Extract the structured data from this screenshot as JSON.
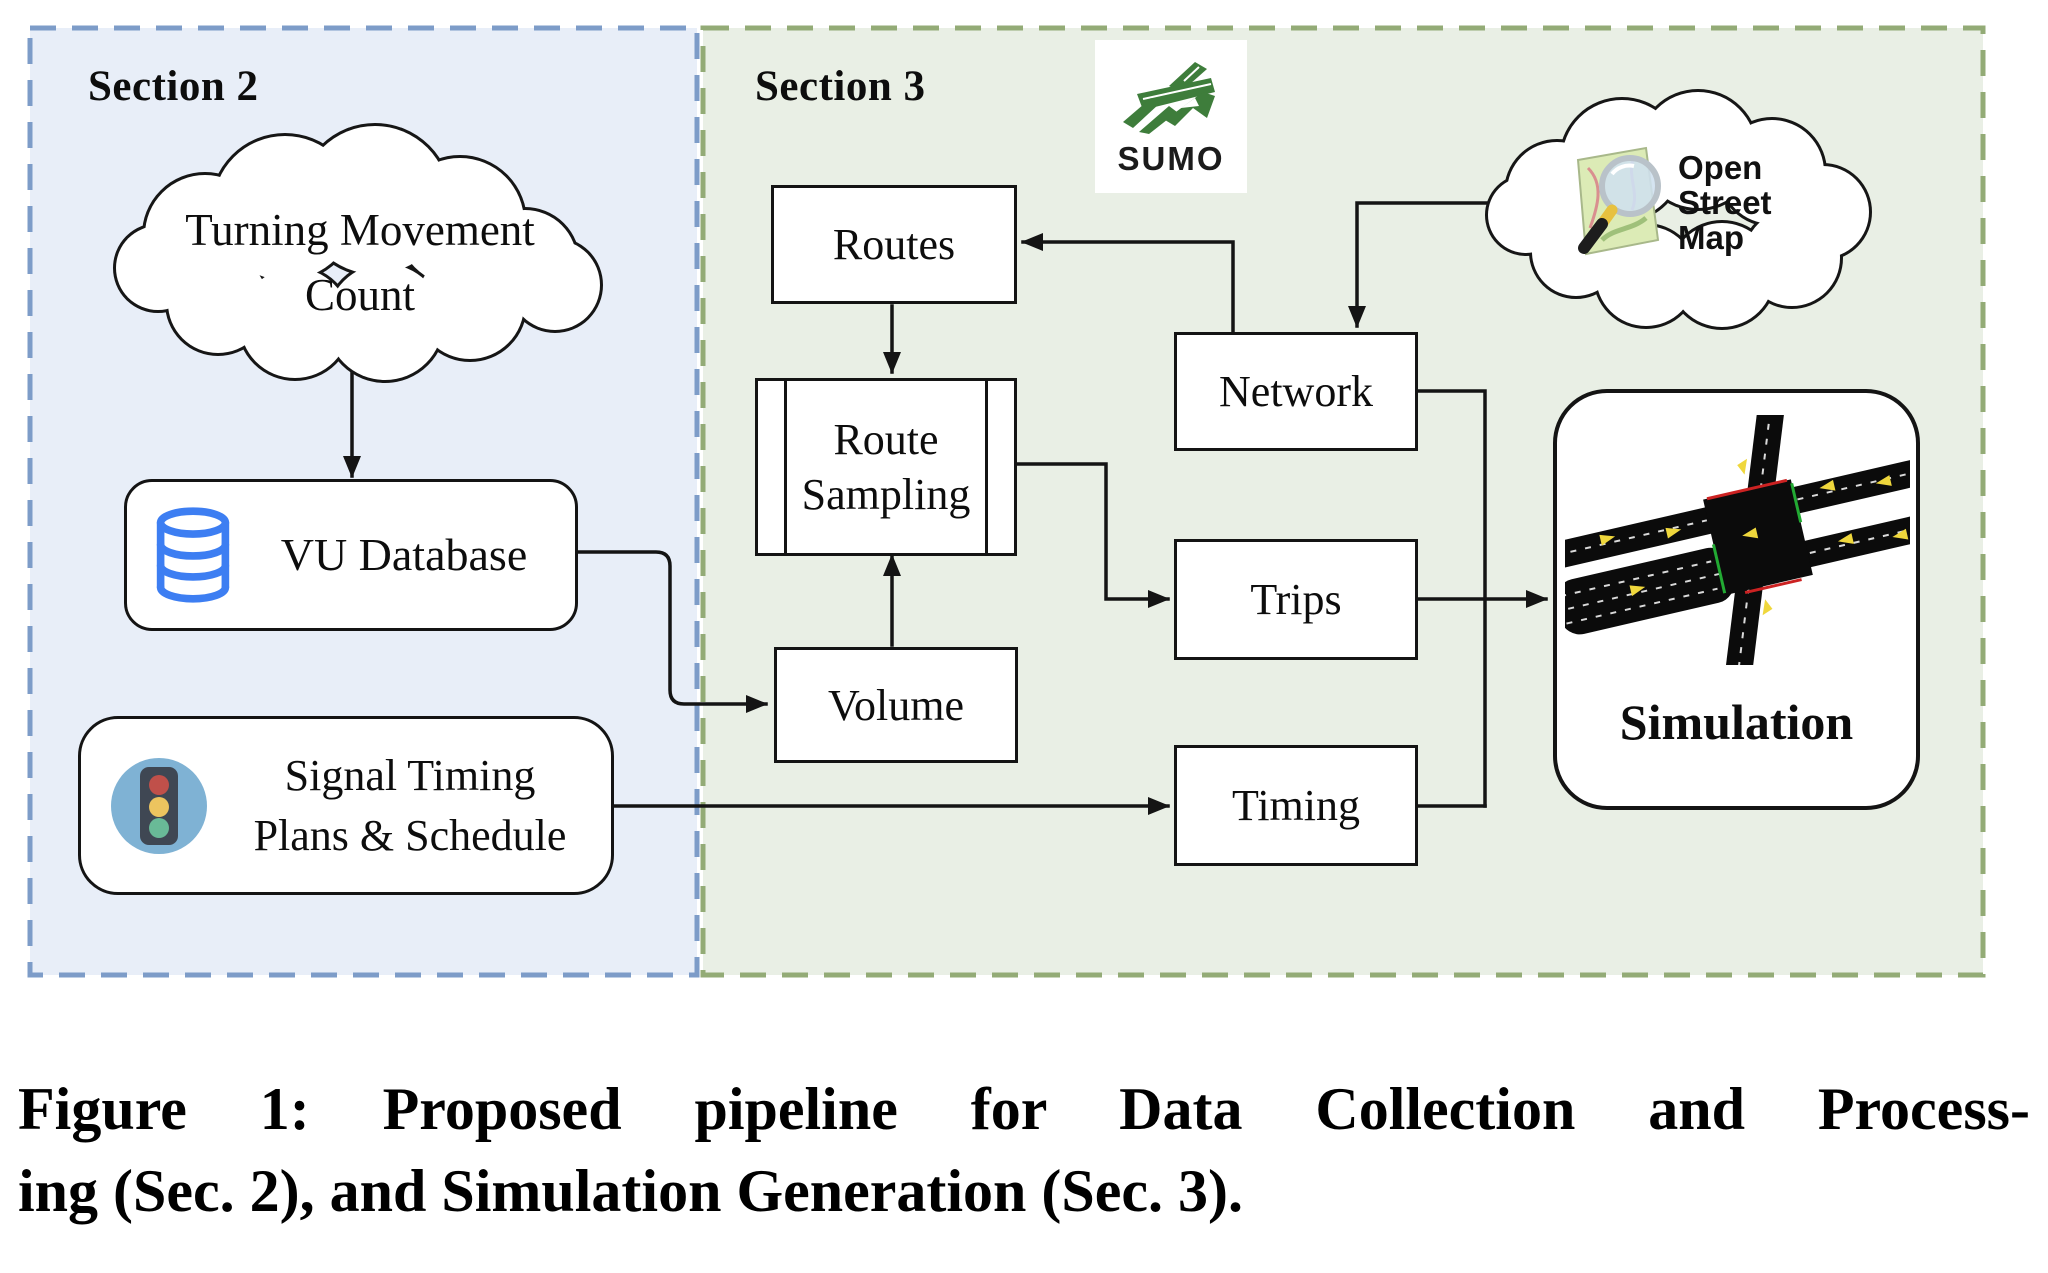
{
  "figure": {
    "caption": {
      "line1": "Figure 1: Proposed pipeline for Data Collection and Process-",
      "line2": "ing (Sec. 2), and Simulation Generation (Sec. 3)."
    }
  },
  "sections": {
    "s2": {
      "label": "Section 2"
    },
    "s3": {
      "label": "Section 3"
    }
  },
  "nodes": {
    "tmc": {
      "line1": "Turning Movement",
      "line2": "Count"
    },
    "vu": {
      "label": "VU Database"
    },
    "signal": {
      "line1": "Signal Timing",
      "line2": "Plans & Schedule"
    },
    "routes": {
      "label": "Routes"
    },
    "route_sampling": {
      "line1": "Route",
      "line2": "Sampling"
    },
    "volume": {
      "label": "Volume"
    },
    "network": {
      "label": "Network"
    },
    "trips": {
      "label": "Trips"
    },
    "timing": {
      "label": "Timing"
    },
    "simulation": {
      "label": "Simulation"
    }
  },
  "logos": {
    "sumo": {
      "label": "SUMO"
    },
    "osm": {
      "line1": "Open",
      "line2": "Street",
      "line3": "Map"
    }
  },
  "colors": {
    "section2_bg": "#e8eef8",
    "section2_border": "#7d9cc8",
    "section3_bg": "#e9efe5",
    "section3_border": "#93ab76",
    "line_color": "#141414",
    "db_icon_blue": "#3d7ef2",
    "traffic_circle_blue": "#7fb2d4",
    "traffic_red": "#c0504a",
    "traffic_yellow": "#ecc45f",
    "traffic_green": "#69ba97",
    "sumo_green": "#3e7d3b"
  }
}
